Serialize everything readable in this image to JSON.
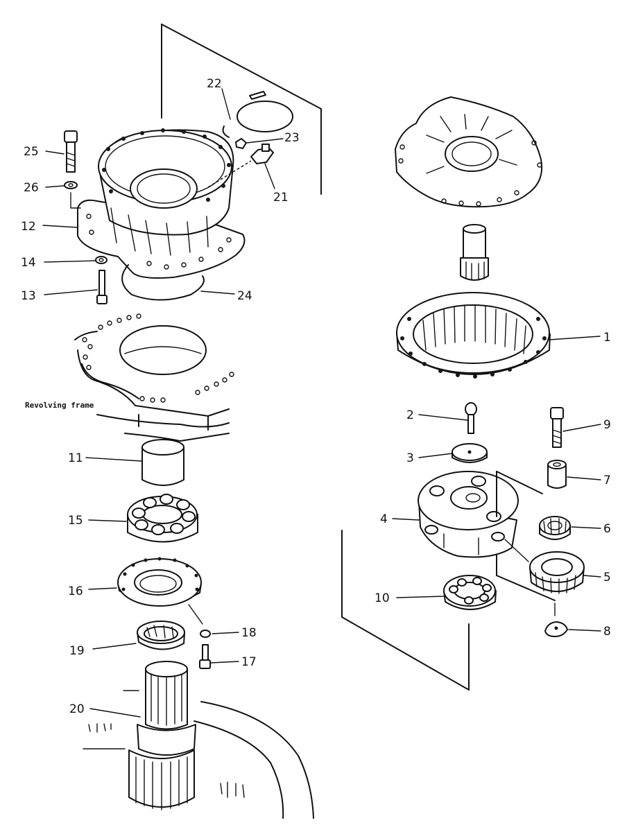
{
  "parts": [
    {
      "id": "1",
      "label": "1"
    },
    {
      "id": "2",
      "label": "2"
    },
    {
      "id": "3",
      "label": "3"
    },
    {
      "id": "4",
      "label": "4"
    },
    {
      "id": "5",
      "label": "5"
    },
    {
      "id": "6",
      "label": "6"
    },
    {
      "id": "7",
      "label": "7"
    },
    {
      "id": "8",
      "label": "8"
    },
    {
      "id": "9",
      "label": "9"
    },
    {
      "id": "10",
      "label": "10"
    },
    {
      "id": "11",
      "label": "11"
    },
    {
      "id": "12",
      "label": "12"
    },
    {
      "id": "13",
      "label": "13"
    },
    {
      "id": "14",
      "label": "14"
    },
    {
      "id": "15",
      "label": "15"
    },
    {
      "id": "16",
      "label": "16"
    },
    {
      "id": "17",
      "label": "17"
    },
    {
      "id": "18",
      "label": "18"
    },
    {
      "id": "19",
      "label": "19"
    },
    {
      "id": "20",
      "label": "20"
    },
    {
      "id": "21",
      "label": "21"
    },
    {
      "id": "22",
      "label": "22"
    },
    {
      "id": "23",
      "label": "23"
    },
    {
      "id": "24",
      "label": "24"
    },
    {
      "id": "25",
      "label": "25"
    },
    {
      "id": "26",
      "label": "26"
    }
  ],
  "annotations": {
    "revolving_frame": "Revolving frame"
  }
}
